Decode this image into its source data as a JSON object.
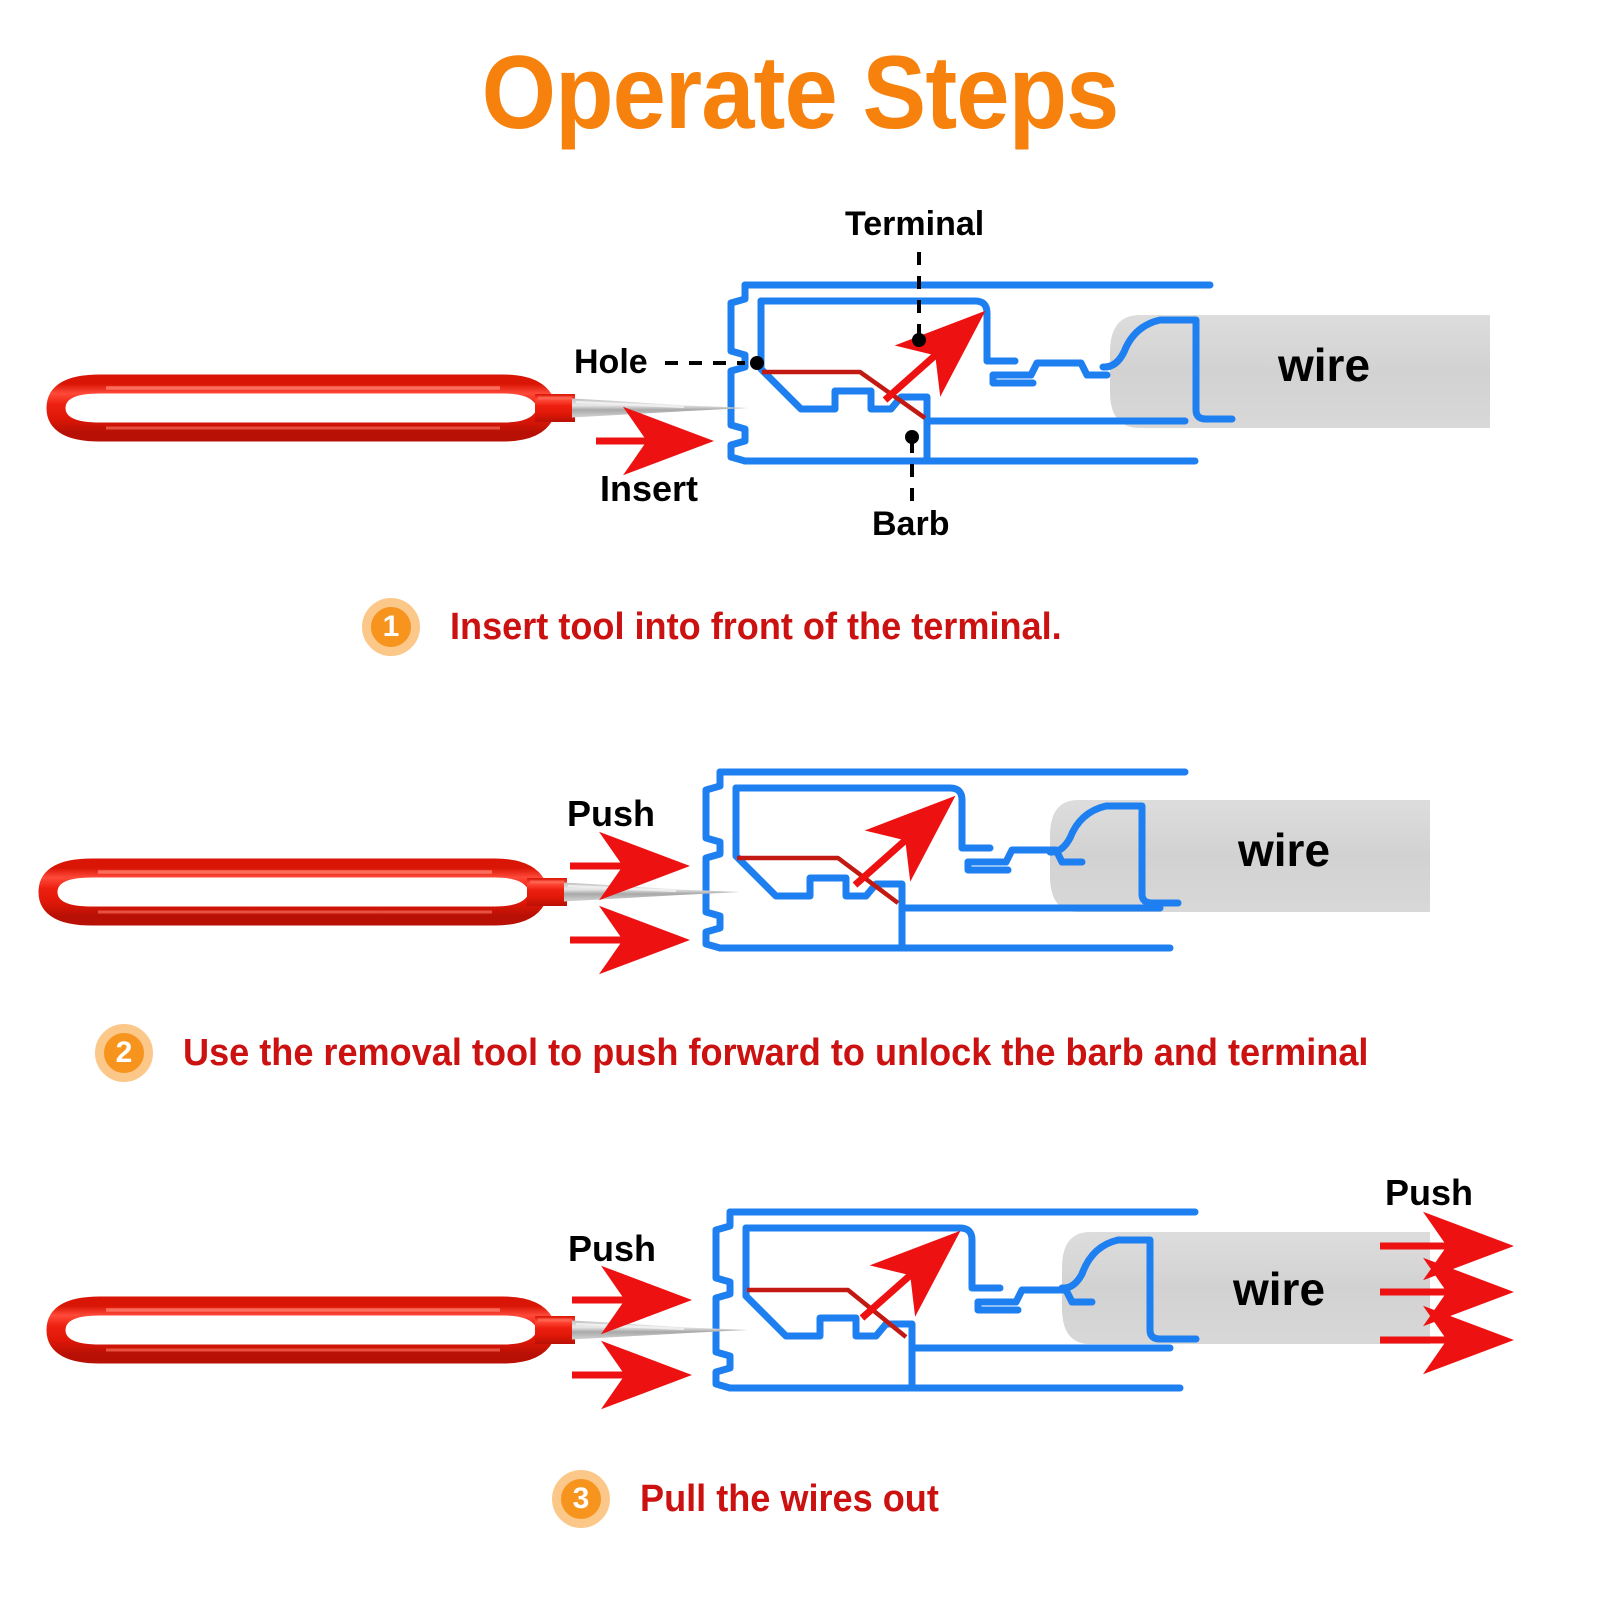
{
  "title": "Operate Steps",
  "colors": {
    "title_orange": "#F6820D",
    "caption_red": "#CC1111",
    "badge_fill": "#F7941E",
    "badge_ring": "#FBC88A",
    "housing_blue": "#1E7FF0",
    "arrow_red": "#EE1111",
    "wire_grey": "#D5D5D5",
    "tool_red": "#E8241A",
    "blade_silver": "#B5B5B5"
  },
  "steps": [
    {
      "number": "1",
      "caption": "Insert tool into front of the terminal.",
      "labels": {
        "terminal": "Terminal",
        "hole": "Hole",
        "barb": "Barb",
        "action": "Insert",
        "wire": "wire"
      }
    },
    {
      "number": "2",
      "caption": "Use the removal tool to push forward to unlock the barb and terminal",
      "labels": {
        "action": "Push",
        "wire": "wire"
      }
    },
    {
      "number": "3",
      "caption": "Pull the wires out",
      "labels": {
        "action": "Push",
        "action_right": "Push",
        "wire": "wire"
      }
    }
  ]
}
